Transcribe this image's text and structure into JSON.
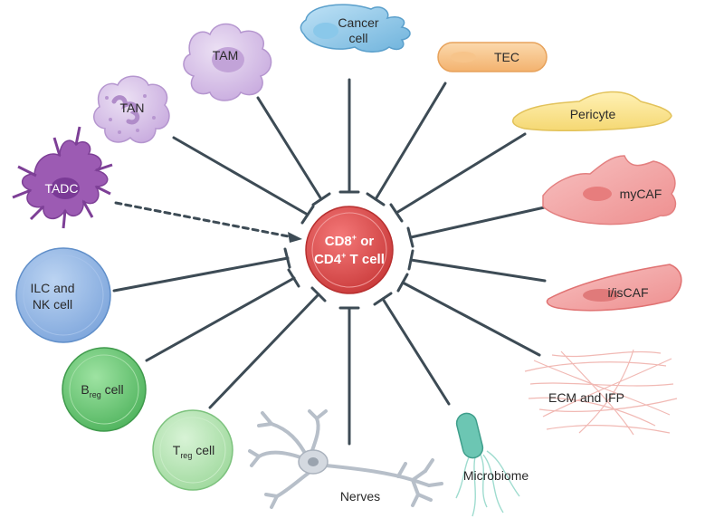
{
  "center": {
    "line1": "CD8",
    "line1_sup": "+",
    "line1_tail": " or",
    "line2": "CD4",
    "line2_sup": "+",
    "line2_tail": " T cell"
  },
  "cells": {
    "tam": "TAM",
    "cancer_1": "Cancer",
    "cancer_2": "cell",
    "tec": "TEC",
    "tan": "TAN",
    "pericyte": "Pericyte",
    "tadc": "TADC",
    "mycaf": "myCAF",
    "ilc_1": "ILC and",
    "ilc_2": "NK cell",
    "iscaf": "i/isCAF",
    "breg_main": "B",
    "breg_sub": "reg",
    "breg_tail": " cell",
    "ecm": "ECM and IFP",
    "treg_main": "T",
    "treg_sub": "reg",
    "treg_tail": " cell",
    "nerves": "Nerves",
    "microbiome": "Microbiome"
  },
  "colors": {
    "center": "#e04a4a",
    "line": "#3d4b55",
    "purple": "#9c5bb3",
    "lilac": "#d8c4e6",
    "blue": "#6f9fd8",
    "green": "#5fbf6a",
    "orange": "#f6c48d",
    "yellow": "#fbe58f",
    "pink": "#f1a6a6",
    "teal": "#6cc6b3",
    "grey": "#c9ced6"
  }
}
